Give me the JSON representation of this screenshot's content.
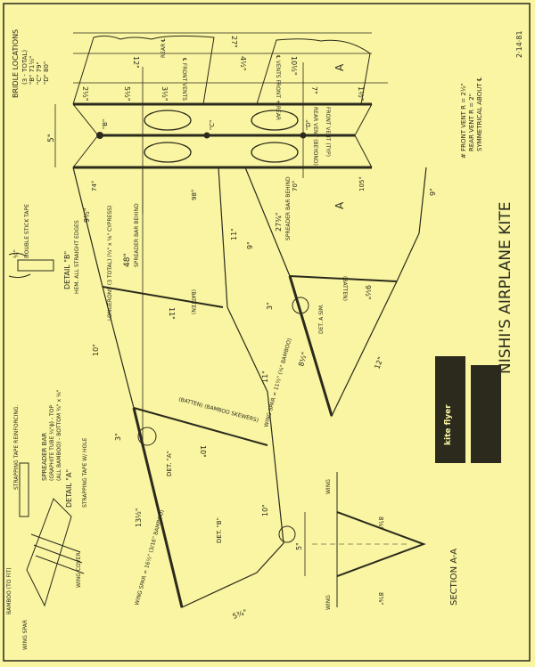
{
  "title": "NISHI'S AIRPLANE KITE",
  "date": "2·14·81",
  "logo": "kite flyer",
  "notes": {
    "bridle_title": "BRIDLE LOCATIONS",
    "bridle_total": "(3 - TOTAL)",
    "bridle_b": "\"B\" 71½\"",
    "bridle_c": "\"C\" 79\"",
    "bridle_d": "\"D\" 80\"",
    "front_vent": "# FRONT VENT  R = 2½\"",
    "rear_vent": "REAR VENT  R = 2\"",
    "symmetrical": "SYMMETRICAL ABOUT ℄"
  },
  "fuselage": {
    "dim_27": "27\"",
    "dim_12": "12\"",
    "dim_4_5": "4½\"",
    "dim_10_5": "10½\"",
    "dim_2_5": "2½\"",
    "dim_5_5": "5½\"",
    "dim_1_5": "1½\"",
    "dim_7": "7\"",
    "dim_5": "5\"",
    "dim_3_5": "3½\"",
    "front_vents_cl": "℄ FRONT VENTS",
    "rear_cl": "REAR ℄",
    "vents_cl": "℄ VENTS FRONT + REAR",
    "point_b": "\"B\"",
    "point_c": "\"C\"",
    "point_d": "\"D\"",
    "rear_vent_label": "REAR VENT (BEYOND)",
    "front_vent_label": "FRONT VENT (TYP)",
    "section_a": "A",
    "angle_74": "74°",
    "angle_98": "98°",
    "angle_70": "70°",
    "angle_105": "105°",
    "longerons": "LONGERONS (3 TOTAL) (¼\" x ⅛\" CYPRESS)",
    "spreader_48": "48\"",
    "spreader_48_note": "SPREADER BAR BEHIND",
    "spreader_27": "27¾\"",
    "spreader_27_note": "SPREADER BAR BEHIND"
  },
  "front_wing": {
    "dim_9_5": "9½\"",
    "dim_10a": "10\"",
    "dim_11a": "11\"",
    "dim_11b": "11\"",
    "dim_11c": "11\"",
    "dim_10b": "10\"",
    "dim_10c": "10\"",
    "dim_3": "3\"",
    "dim_13_5": "13½\"",
    "dim_5_75": "5¾\"",
    "batten": "(BATTEN)",
    "batten2": "(BATTEN) (BAMBOO SKEWERS)",
    "wing_spar": "WING SPAR = 16½\" (3/16\" BAMBOO)",
    "det_a": "DET. \"A\"",
    "det_b": "DET. \"B\""
  },
  "rear_wing": {
    "dim_9a": "9\"",
    "dim_9b": "9\"",
    "dim_9_5": "9½\"",
    "dim_3": "3\"",
    "dim_8_5": "8½\"",
    "dim_12": "12\"",
    "batten": "(BATTEN)",
    "wing_spar": "WING SPAR = 11½\" (⅛\" BAMBOO)",
    "det_a_sim": "DET. A SIM."
  },
  "detail_b": {
    "title": "DETAIL \"B\"",
    "quarter": "¼\"",
    "tape": "DOUBLE STICK TAPE",
    "hem": "HEM. ALL STRAIGHT EDGES"
  },
  "detail_a": {
    "title": "DETAIL \"A\"",
    "reinforcing": "STRAPPING TAPE REINFORCING.",
    "spreader": "SPREADER BAR",
    "graphite": "(GRAPHITE TUBE ¼\"ϕ) - TOP",
    "bamboo": "(ALL BAMBOO) - BOTTOM ¼\" x ⅛\"",
    "strapping": "STRAPPING TAPE W/ HOLE",
    "bamboo_fit": "BAMBOO (TO FIT)",
    "wing_cover": "WING COVER",
    "wing_spar": "WING SPAR"
  },
  "section_aa": {
    "title": "SECTION A-A",
    "wing_top": "WING",
    "wing_bottom": "WING",
    "dim_5": "5\"",
    "dim_8a": "8⅝\"",
    "dim_8b": "8⅝\""
  }
}
